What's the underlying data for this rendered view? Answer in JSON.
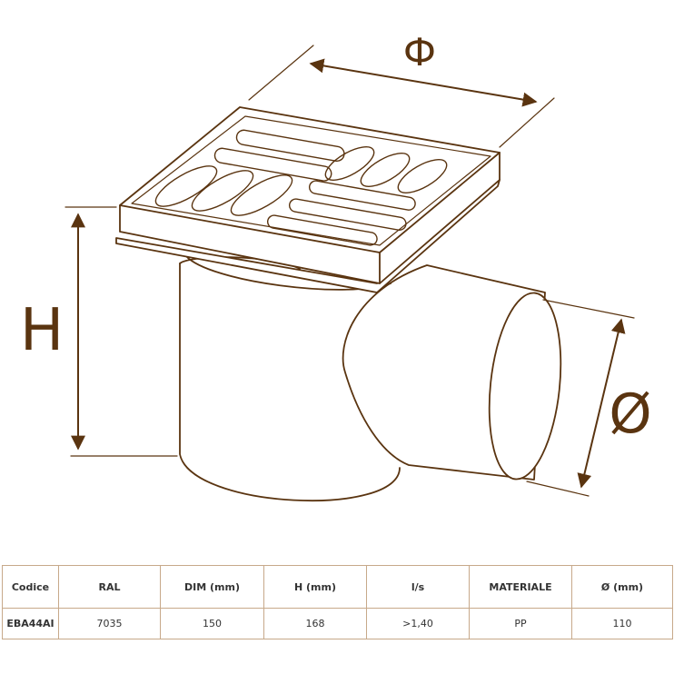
{
  "diagram": {
    "labels": {
      "width": "Ф",
      "height": "H",
      "diameter": "Ø"
    },
    "colors": {
      "line": "#5a3410",
      "fill": "#ffffff"
    }
  },
  "table": {
    "headers": [
      "Codice",
      "RAL",
      "DIM (mm)",
      "H (mm)",
      "l/s",
      "MATERIALE",
      "Ø (mm)"
    ],
    "rows": [
      [
        "EBA44AI",
        "7035",
        "150",
        "168",
        ">1,40",
        "PP",
        "110"
      ]
    ]
  }
}
